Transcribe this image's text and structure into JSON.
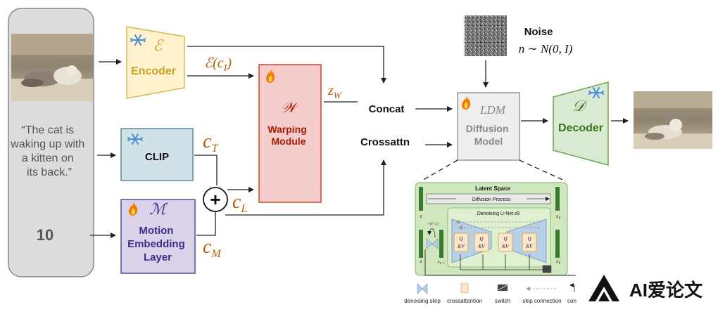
{
  "input_caption": "“The cat is waking up with a kitten on its back.”",
  "input_number": "10",
  "blocks": {
    "encoder": {
      "symbol": "ℰ",
      "label": "Encoder"
    },
    "clip": {
      "label": "CLIP"
    },
    "motion": {
      "symbol": "ℳ",
      "label_lines": [
        "Motion",
        "Embedding",
        "Layer"
      ]
    },
    "warping": {
      "symbol": "𝒲",
      "label_lines": [
        "Warping",
        "Module"
      ]
    },
    "ldm": {
      "symbol": "LDM",
      "label_lines": [
        "Diffusion",
        "Model"
      ]
    },
    "decoder": {
      "symbol": "𝒟",
      "label": "Decoder"
    }
  },
  "labels": {
    "enc_out_prefix": "ℰ(c",
    "enc_out_sub": "I",
    "enc_out_suffix": ")",
    "z_w_base": "z",
    "z_w_sub": "W",
    "c_t_base": "c",
    "c_t_sub": "T",
    "c_l_base": "c",
    "c_l_sub": "L",
    "c_m_base": "c",
    "c_m_sub": "M",
    "plus": "+",
    "concat": "Concat",
    "crossattn": "Crossattn",
    "noise_title": "Noise",
    "noise_formula": "n ∼ N(0, I)"
  },
  "inset": {
    "title": "Latent Space",
    "process": "Diffusion Process",
    "unet": "Denoising U-Net εθ",
    "z": "z",
    "z_t": "z",
    "z_t_sub": "T",
    "z_t1": "z",
    "z_t1_sub": "T−1",
    "loop": "×(T−1)",
    "qkv_q": "Q",
    "qkv_kv": "KV"
  },
  "legend": [
    {
      "icon": "denoising-step-icon",
      "label": "denoising step"
    },
    {
      "icon": "crossattention-icon",
      "label": "crossattention"
    },
    {
      "icon": "switch-icon",
      "label": "switch"
    },
    {
      "icon": "skip-connection-icon",
      "label": "skip connection"
    },
    {
      "icon": "concat-icon",
      "label": "con"
    }
  ],
  "watermark": "AI爱论文",
  "colors": {
    "encoder_fill": "#fff2cc",
    "encoder_stroke": "#d6b656",
    "encoder_text": "#c9a227",
    "clip_fill": "#d0e2e8",
    "clip_stroke": "#5b8a9a",
    "motion_fill": "#d9d2e9",
    "motion_stroke": "#5b4a9e",
    "motion_text": "#3b2e8a",
    "warp_fill": "#f4cccc",
    "warp_stroke": "#cc4125",
    "warp_text": "#a61c00",
    "ldm_fill": "#eeeeee",
    "ldm_stroke": "#999999",
    "decoder_fill": "#d9ead3",
    "decoder_stroke": "#6aa84f",
    "decoder_text": "#38761d",
    "latex_brown": "#b45f06",
    "snowflake": "#4a90d9"
  }
}
